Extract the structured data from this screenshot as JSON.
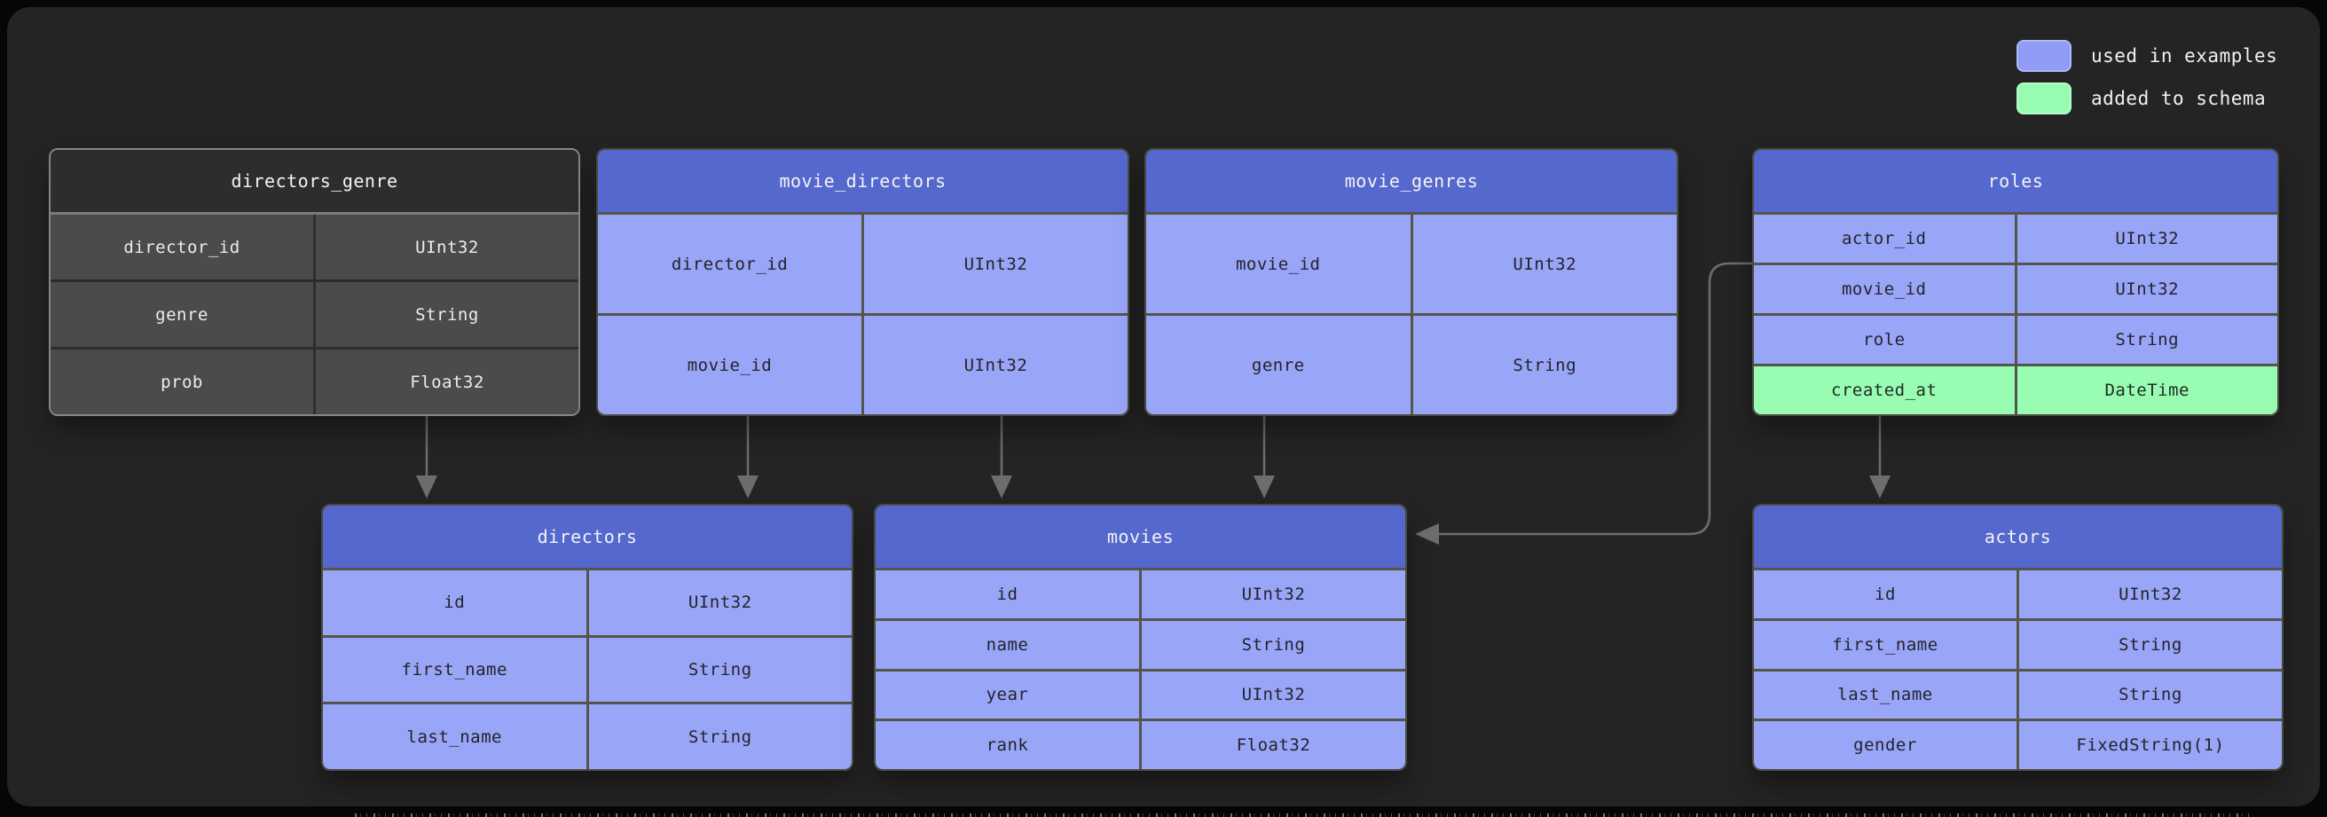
{
  "legend": {
    "items": [
      {
        "label": "used in examples",
        "color": "#8f9bf4"
      },
      {
        "label": "added to schema",
        "color": "#97fbb1"
      }
    ]
  },
  "colors": {
    "background": "#060606",
    "panel": "#242424",
    "table_header_blue": "#5568cd",
    "table_row_blue": "#99a5f7",
    "table_row_green": "#98fcb2",
    "table_header_dark": "#2d2d2d",
    "table_row_dark": "#4b4b4b",
    "edge": "#6d6d6d"
  },
  "tables": [
    {
      "id": "directors_genre",
      "title": "directors_genre",
      "theme": "dark",
      "rows": [
        {
          "name": "director_id",
          "type": "UInt32"
        },
        {
          "name": "genre",
          "type": "String"
        },
        {
          "name": "prob",
          "type": "Float32"
        }
      ]
    },
    {
      "id": "movie_directors",
      "title": "movie_directors",
      "theme": "blue",
      "rows": [
        {
          "name": "director_id",
          "type": "UInt32"
        },
        {
          "name": "movie_id",
          "type": "UInt32"
        }
      ]
    },
    {
      "id": "movie_genres",
      "title": "movie_genres",
      "theme": "blue",
      "rows": [
        {
          "name": "movie_id",
          "type": "UInt32"
        },
        {
          "name": "genre",
          "type": "String"
        }
      ]
    },
    {
      "id": "roles",
      "title": "roles",
      "theme": "blue",
      "rows": [
        {
          "name": "actor_id",
          "type": "UInt32"
        },
        {
          "name": "movie_id",
          "type": "UInt32"
        },
        {
          "name": "role",
          "type": "String"
        },
        {
          "name": "created_at",
          "type": "DateTime",
          "added_to_schema": true
        }
      ]
    },
    {
      "id": "directors",
      "title": "directors",
      "theme": "blue",
      "rows": [
        {
          "name": "id",
          "type": "UInt32"
        },
        {
          "name": "first_name",
          "type": "String"
        },
        {
          "name": "last_name",
          "type": "String"
        }
      ]
    },
    {
      "id": "movies",
      "title": "movies",
      "theme": "blue",
      "rows": [
        {
          "name": "id",
          "type": "UInt32"
        },
        {
          "name": "name",
          "type": "String"
        },
        {
          "name": "year",
          "type": "UInt32"
        },
        {
          "name": "rank",
          "type": "Float32"
        }
      ]
    },
    {
      "id": "actors",
      "title": "actors",
      "theme": "blue",
      "rows": [
        {
          "name": "id",
          "type": "UInt32"
        },
        {
          "name": "first_name",
          "type": "String"
        },
        {
          "name": "last_name",
          "type": "String"
        },
        {
          "name": "gender",
          "type": "FixedString(1)"
        }
      ]
    }
  ],
  "edges": [
    {
      "from": "directors_genre",
      "to": "directors"
    },
    {
      "from": "movie_directors",
      "to": "directors"
    },
    {
      "from": "movie_directors",
      "to": "movies"
    },
    {
      "from": "movie_genres",
      "to": "movies"
    },
    {
      "from": "roles",
      "to": "movies"
    },
    {
      "from": "roles",
      "to": "actors"
    }
  ]
}
